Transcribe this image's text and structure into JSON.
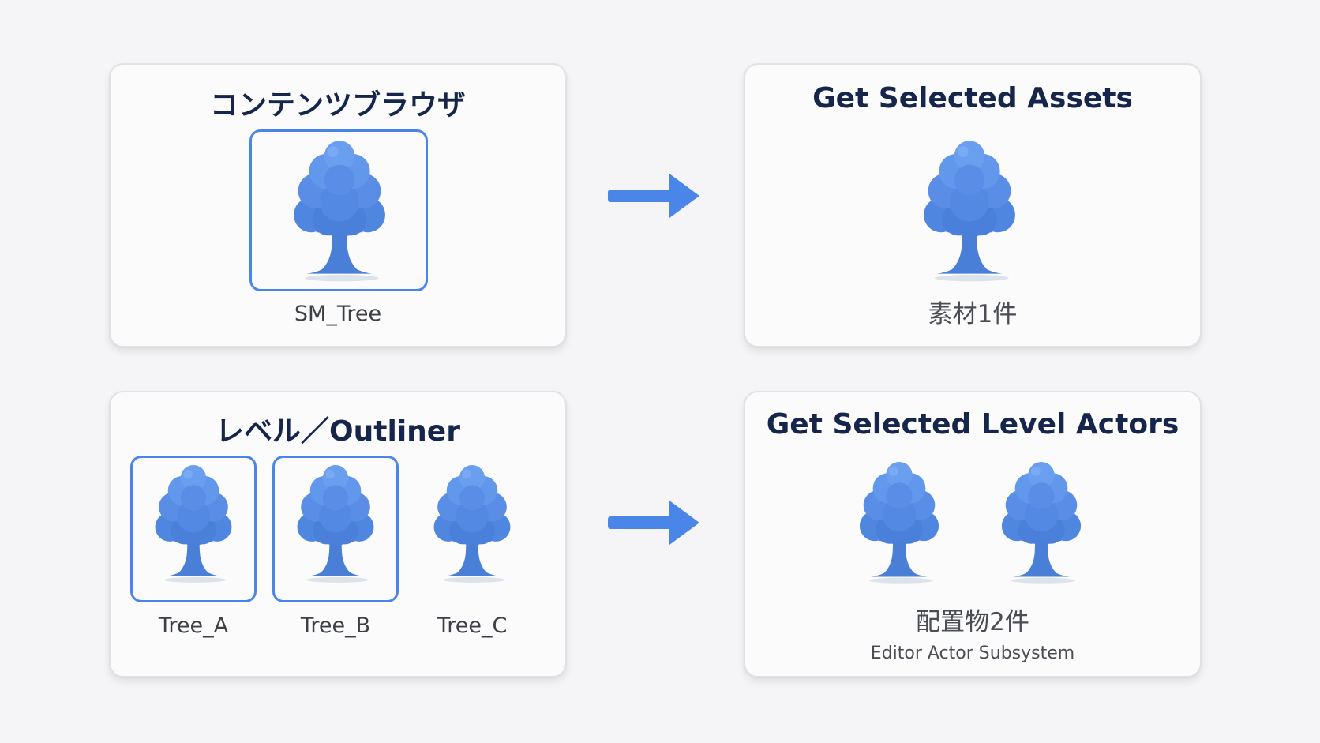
{
  "panels": {
    "content_browser": {
      "title": "コンテンツブラウザ",
      "asset_label": "SM_Tree"
    },
    "get_selected_assets": {
      "title": "Get Selected Assets",
      "count_label": "素材1件"
    },
    "level_outliner": {
      "title": "レベル／Outliner",
      "actors": [
        "Tree_A",
        "Tree_B",
        "Tree_C"
      ]
    },
    "get_selected_level_actors": {
      "title": "Get Selected Level Actors",
      "count_label": "配置物2件",
      "subtitle": "Editor Actor Subsystem"
    }
  },
  "icons": {
    "tree": "tree-icon",
    "arrow": "arrow-right-icon"
  },
  "colors": {
    "accent": "#4a86e8",
    "tree_fill": "#4f86e0",
    "title_text": "#16264a",
    "background": "#f5f5f7"
  }
}
